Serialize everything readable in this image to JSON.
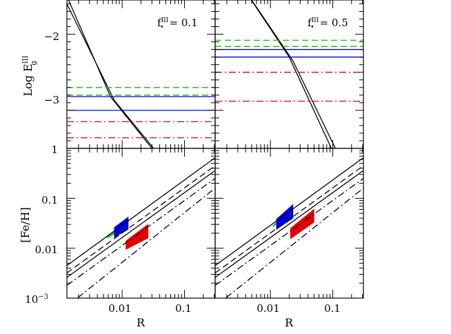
{
  "chart_data": [
    {
      "type": "line",
      "panel": "top-left",
      "annotation": {
        "base": "f",
        "sub": "•",
        "sup": "III",
        "value": "=  0.1"
      },
      "ylabel": {
        "base": "Log  E",
        "sub": "g",
        "sup": "III"
      },
      "xscale": "log",
      "xlim": [
        0.0013,
        0.31
      ],
      "ylim": [
        -3.5,
        -1.55
      ],
      "yticks": [
        -2,
        -3
      ],
      "yticklabels": [
        "−2",
        "−3"
      ],
      "grid": false,
      "series": [
        {
          "style": "solid",
          "color": "#000000",
          "x": [
            0.0013,
            0.0065,
            0.03
          ],
          "y": [
            -1.5,
            -2.82,
            -3.5
          ]
        },
        {
          "style": "solid",
          "color": "#000000",
          "x": [
            0.0013,
            0.0075,
            0.032
          ],
          "y": [
            -1.6,
            -2.87,
            -3.5
          ]
        },
        {
          "style": "dashed",
          "color": "#00c800",
          "x": [
            0.0013,
            0.31
          ],
          "y": [
            -2.7,
            -2.7
          ]
        },
        {
          "style": "dashed",
          "color": "#00c800",
          "x": [
            0.0013,
            0.31
          ],
          "y": [
            -2.8,
            -2.8
          ]
        },
        {
          "style": "solid",
          "color": "#0000e6",
          "x": [
            0.0013,
            0.31
          ],
          "y": [
            -2.82,
            -2.82
          ]
        },
        {
          "style": "solid",
          "color": "#0000e6",
          "x": [
            0.0013,
            0.31
          ],
          "y": [
            -3.0,
            -3.0
          ]
        },
        {
          "style": "dashdot",
          "color": "#e60000",
          "x": [
            0.0013,
            0.31
          ],
          "y": [
            -3.15,
            -3.15
          ]
        },
        {
          "style": "dashdot",
          "color": "#e60000",
          "x": [
            0.0013,
            0.31
          ],
          "y": [
            -3.36,
            -3.36
          ]
        }
      ]
    },
    {
      "type": "line",
      "panel": "top-right",
      "annotation": {
        "base": "f",
        "sub": "•",
        "sup": "III",
        "value": "=  0.5"
      },
      "xscale": "log",
      "xlim": [
        0.0013,
        0.31
      ],
      "ylim": [
        -3.5,
        -1.55
      ],
      "yticks": [
        -2,
        -3
      ],
      "grid": false,
      "series": [
        {
          "style": "solid",
          "color": "#000000",
          "x": [
            0.0045,
            0.02,
            0.095
          ],
          "y": [
            -1.5,
            -2.3,
            -3.5
          ]
        },
        {
          "style": "solid",
          "color": "#000000",
          "x": [
            0.005,
            0.023,
            0.11
          ],
          "y": [
            -1.55,
            -2.35,
            -3.5
          ]
        },
        {
          "style": "dashed",
          "color": "#00c800",
          "x": [
            0.0013,
            0.31
          ],
          "y": [
            -2.08,
            -2.08
          ]
        },
        {
          "style": "dashed",
          "color": "#00c800",
          "x": [
            0.0013,
            0.31
          ],
          "y": [
            -2.16,
            -2.16
          ]
        },
        {
          "style": "solid",
          "color": "#0000e6",
          "x": [
            0.0013,
            0.31
          ],
          "y": [
            -2.2,
            -2.2
          ]
        },
        {
          "style": "solid",
          "color": "#0000e6",
          "x": [
            0.0013,
            0.31
          ],
          "y": [
            -2.3,
            -2.3
          ]
        },
        {
          "style": "dashdot",
          "color": "#e60000",
          "x": [
            0.0013,
            0.31
          ],
          "y": [
            -2.5,
            -2.5
          ]
        },
        {
          "style": "dashdot",
          "color": "#e60000",
          "x": [
            0.0013,
            0.31
          ],
          "y": [
            -2.88,
            -2.88
          ]
        }
      ]
    },
    {
      "type": "line",
      "panel": "bottom-left",
      "xlabel": "R",
      "ylabel": "[Fe/H]",
      "xscale": "log",
      "yscale": "log",
      "xlim": [
        0.0013,
        0.31
      ],
      "ylim": [
        0.001,
        1
      ],
      "xticks": [
        0.01,
        0.1
      ],
      "xticklabels": [
        "0.01",
        "0.1"
      ],
      "yticks": [
        1,
        0.1,
        0.01,
        0.001
      ],
      "yticklabels": [
        "1",
        "0.1",
        "0.01",
        "10"
      ],
      "ytick_exponent_label": "−3",
      "grid": false,
      "series": [
        {
          "style": "solid",
          "color": "#000000",
          "x": [
            0.0013,
            0.31
          ],
          "y": [
            0.0045,
            0.65
          ]
        },
        {
          "style": "dashed",
          "color": "#000000",
          "x": [
            0.0013,
            0.31
          ],
          "y": [
            0.0032,
            0.45
          ]
        },
        {
          "style": "solid",
          "color": "#000000",
          "x": [
            0.0013,
            0.31
          ],
          "y": [
            0.0026,
            0.36
          ]
        },
        {
          "style": "dashdot",
          "color": "#000000",
          "x": [
            0.0013,
            0.31
          ],
          "y": [
            0.0018,
            0.25
          ]
        },
        {
          "style": "dashdot",
          "color": "#000000",
          "x": [
            0.0013,
            0.31
          ],
          "y": [
            0.00068,
            0.16
          ]
        }
      ],
      "regions": [
        {
          "color": "#00c800",
          "polygon": [
            [
              0.0058,
              0.0175
            ],
            [
              0.0075,
              0.021
            ],
            [
              0.0075,
              0.0195
            ],
            [
              0.0058,
              0.016
            ]
          ]
        },
        {
          "color": "#0000e6",
          "polygon": [
            [
              0.0075,
              0.026
            ],
            [
              0.0125,
              0.042
            ],
            [
              0.0125,
              0.024
            ],
            [
              0.0075,
              0.0165
            ]
          ]
        },
        {
          "color": "#e60000",
          "polygon": [
            [
              0.0115,
              0.014
            ],
            [
              0.026,
              0.03
            ],
            [
              0.026,
              0.016
            ],
            [
              0.0115,
              0.0095
            ]
          ]
        }
      ]
    },
    {
      "type": "line",
      "panel": "bottom-right",
      "xlabel": "R",
      "xscale": "log",
      "yscale": "log",
      "xlim": [
        0.0013,
        0.31
      ],
      "ylim": [
        0.001,
        1
      ],
      "xticks": [
        0.01,
        0.1
      ],
      "xticklabels": [
        "0.01",
        "0.1"
      ],
      "grid": false,
      "series": [
        {
          "style": "solid",
          "color": "#000000",
          "x": [
            0.0013,
            0.31
          ],
          "y": [
            0.0045,
            0.65
          ]
        },
        {
          "style": "dashed",
          "color": "#000000",
          "x": [
            0.0013,
            0.31
          ],
          "y": [
            0.0032,
            0.45
          ]
        },
        {
          "style": "solid",
          "color": "#000000",
          "x": [
            0.0013,
            0.31
          ],
          "y": [
            0.0026,
            0.36
          ]
        },
        {
          "style": "dashdot",
          "color": "#000000",
          "x": [
            0.0013,
            0.31
          ],
          "y": [
            0.0018,
            0.25
          ]
        },
        {
          "style": "dashdot",
          "color": "#000000",
          "x": [
            0.0013,
            0.31
          ],
          "y": [
            0.00068,
            0.16
          ]
        }
      ],
      "regions": [
        {
          "color": "#00c800",
          "polygon": [
            [
              0.011,
              0.0285
            ],
            [
              0.0125,
              0.0325
            ],
            [
              0.0125,
              0.031
            ],
            [
              0.011,
              0.027
            ]
          ]
        },
        {
          "color": "#0000e6",
          "polygon": [
            [
              0.0125,
              0.038
            ],
            [
              0.023,
              0.075
            ],
            [
              0.023,
              0.04
            ],
            [
              0.0125,
              0.024
            ]
          ]
        },
        {
          "color": "#e60000",
          "polygon": [
            [
              0.021,
              0.025
            ],
            [
              0.05,
              0.06
            ],
            [
              0.05,
              0.033
            ],
            [
              0.021,
              0.0155
            ]
          ]
        }
      ]
    }
  ]
}
